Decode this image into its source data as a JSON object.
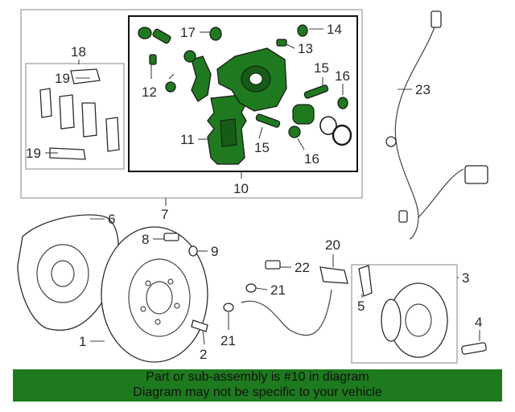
{
  "diagram": {
    "callouts": {
      "c1": "1",
      "c2": "2",
      "c3": "3",
      "c4": "4",
      "c5": "5",
      "c6": "6",
      "c7": "7",
      "c8": "8",
      "c9": "9",
      "c10": "10",
      "c11": "11",
      "c12": "12",
      "c13": "13",
      "c14": "14",
      "c15a": "15",
      "c15b": "15",
      "c16a": "16",
      "c16b": "16",
      "c17": "17",
      "c18": "18",
      "c19a": "19",
      "c19b": "19",
      "c20": "20",
      "c21a": "21",
      "c21b": "21",
      "c22": "22",
      "c23": "23"
    },
    "highlight_color": "#1f7a1f"
  },
  "footer": {
    "line1": "Part or sub-assembly is #10 in diagram",
    "line2": "Diagram may not be specific to your vehicle",
    "background": "#1e7a1e"
  }
}
